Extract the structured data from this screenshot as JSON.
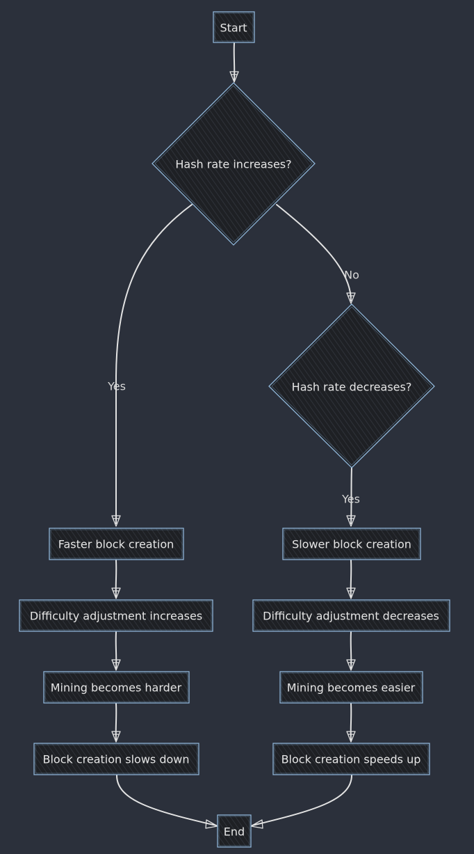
{
  "colors": {
    "background": "#2b303b",
    "node_fill": "#1f2126",
    "node_stroke": "#8fb6d9",
    "edge": "#e3e3e3",
    "text": "#e6e6e6"
  },
  "nodes": {
    "start": "Start",
    "hash_increase": "Hash rate increases?",
    "hash_decrease": "Hash rate decreases?",
    "faster": "Faster block creation",
    "slower": "Slower block creation",
    "diff_increase": "Difficulty adjustment increases",
    "diff_decrease": "Difficulty adjustment decreases",
    "harder": "Mining becomes harder",
    "easier": "Mining becomes easier",
    "slows": "Block creation slows down",
    "speeds": "Block creation speeds up",
    "end": "End"
  },
  "edge_labels": {
    "yes_increase": "Yes",
    "no_increase": "No",
    "yes_decrease": "Yes"
  }
}
